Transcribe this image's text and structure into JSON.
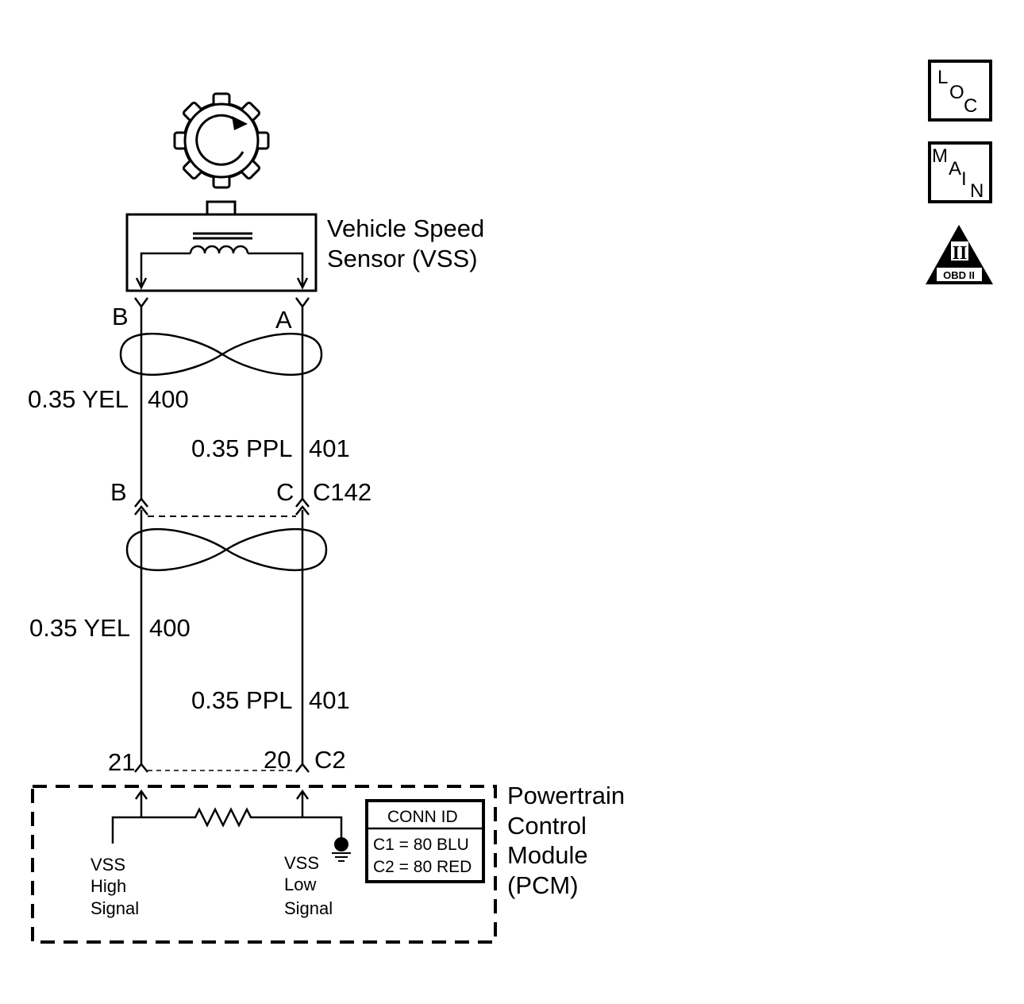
{
  "sensor": {
    "name_line1": "Vehicle Speed",
    "name_line2": "Sensor (VSS)",
    "pin_b": "B",
    "pin_a": "A"
  },
  "wires_upper": {
    "yel_label": "0.35 YEL",
    "yel_circuit": "400",
    "ppl_label": "0.35 PPL",
    "ppl_circuit": "401"
  },
  "connector_c142": {
    "pin_b": "B",
    "pin_c": "C",
    "id": "C142"
  },
  "wires_lower": {
    "yel_label": "0.35 YEL",
    "yel_circuit": "400",
    "ppl_label": "0.35 PPL",
    "ppl_circuit": "401"
  },
  "pcm_connector": {
    "pin_21": "21",
    "pin_20": "20",
    "id": "C2"
  },
  "pcm": {
    "name_line1": "Powertrain",
    "name_line2": "Control",
    "name_line3": "Module",
    "name_line4": "(PCM)",
    "high_line1": "VSS",
    "high_line2": "High",
    "high_line3": "Signal",
    "low_line1": "VSS",
    "low_line2": "Low",
    "low_line3": "Signal"
  },
  "conn_id": {
    "title": "CONN ID",
    "c1": "C1 = 80 BLU",
    "c2": "C2 = 80 RED"
  },
  "icons": {
    "loc_l": "L",
    "loc_o": "O",
    "loc_c": "C",
    "main_m": "M",
    "main_a": "A",
    "main_i": "I",
    "main_n": "N",
    "obd_numeral": "II",
    "obd_text": "OBD II"
  }
}
